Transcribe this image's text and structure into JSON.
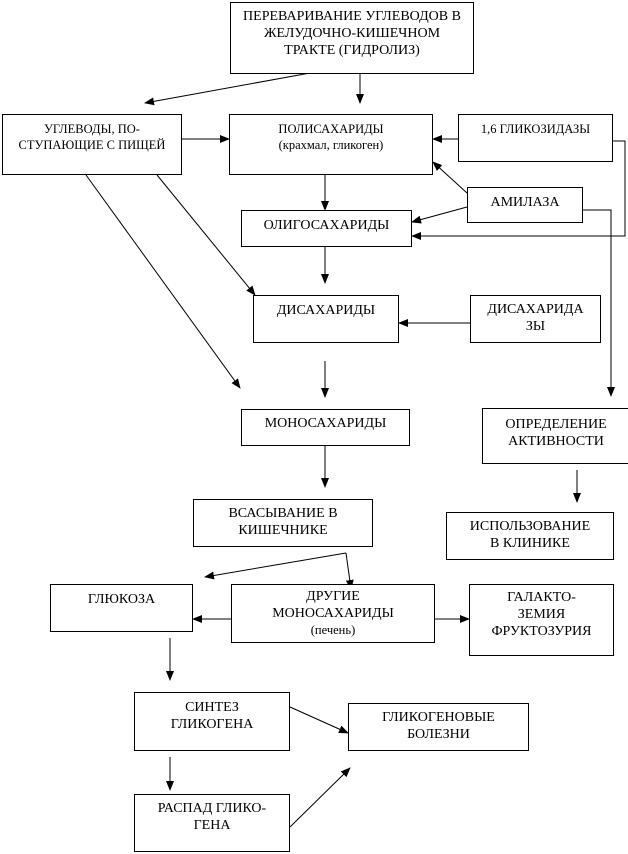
{
  "boxes": {
    "title": [
      "ПЕРЕВАРИВАНИЕ УГЛЕВОДОВ В",
      "ЖЕЛУДОЧНО-КИШЕЧНОМ",
      "ТРАКТЕ  (ГИДРОЛИЗ)"
    ],
    "food": [
      "УГЛЕВОДЫ, ПО-",
      "СТУПАЮЩИЕ С ПИЩЕЙ"
    ],
    "poly": [
      "ПОЛИСАХАРИДЫ",
      "(крахмал, гликоген)"
    ],
    "glyco": [
      "1,6 ГЛИКОЗИДАЗЫ"
    ],
    "amylase": [
      "АМИЛАЗА"
    ],
    "oligo": [
      "ОЛИГОСАХАРИДЫ"
    ],
    "di": [
      "ДИСАХАРИДЫ"
    ],
    "disacch_enz": [
      "ДИСАХАРИДА",
      "ЗЫ"
    ],
    "mono": [
      "МОНОСАХАРИДЫ"
    ],
    "activity": [
      "ОПРЕДЕЛЕНИЕ",
      "АКТИВНОСТИ"
    ],
    "absorb": [
      "ВСАСЫВАНИЕ В",
      "КИШЕЧНИКЕ"
    ],
    "clinic": [
      "ИСПОЛЬЗОВАНИЕ",
      "В КЛИНИКЕ"
    ],
    "glucose": [
      "ГЛЮКОЗА"
    ],
    "other": [
      "ДРУГИЕ",
      "МОНОСАХАРИДЫ",
      "(печень)"
    ],
    "galacto": [
      "ГАЛАКТО-",
      "ЗЕМИЯ",
      "ФРУКТОЗУРИЯ"
    ],
    "synth": [
      "СИНТЕЗ",
      "ГЛИКОГЕНА"
    ],
    "glycogenoses": [
      "ГЛИКОГЕНОВЫЕ",
      "БОЛЕЗНИ"
    ],
    "breakdown": [
      "РАСПАД ГЛИКО-",
      "ГЕНА"
    ]
  }
}
